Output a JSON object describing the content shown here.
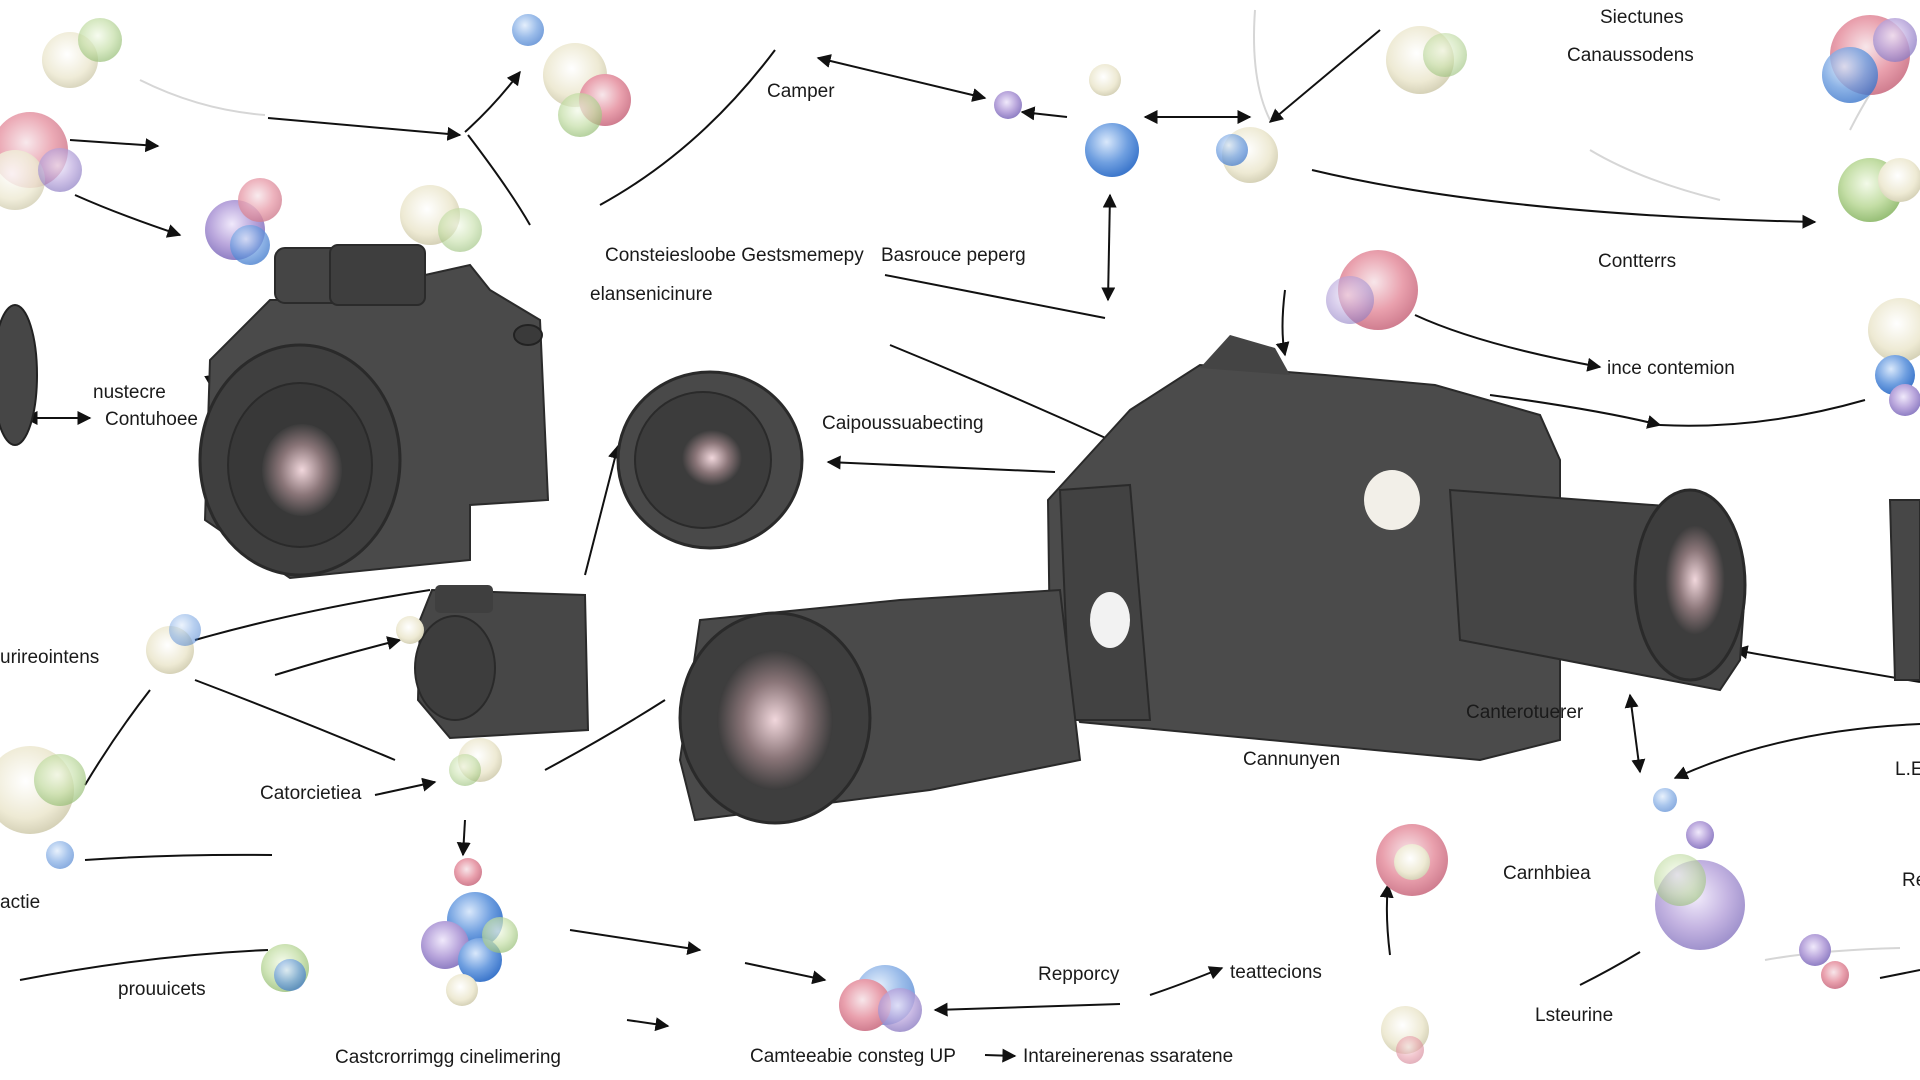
{
  "labels": {
    "structures": "Siectunes",
    "canaussodens": "Canaussodens",
    "camper": "Camper",
    "consteiesloobe": "Consteiesloobe Gestsmemepy",
    "basrouce": "Basrouce peperg",
    "elansenicinure": "elansenicinure",
    "contterrs": "Contterrs",
    "ince_contemion": "ince contemion",
    "nustecre": "nustecre",
    "contuhoee": "Contuhoee",
    "caipoussuabecting": "Caipoussuabecting",
    "urireointens": "urireointens",
    "canterotuerer": "Canterotuerer",
    "cannunyen": "Cannunyen",
    "lb": "L.E",
    "catorcietiea": "Catorcietiea",
    "actie": "actie",
    "carnhbiea": "Carnhbiea",
    "r_edge": "Re",
    "prouuicets": "prouuicets",
    "repporcy": "Repporcy",
    "teattecions": "teattecions",
    "lsteurine": "Lsteurine",
    "castcrorrimgg": "Castcrorrimgg cinelimering",
    "camteeabie": "Camteeabie consteg UP",
    "intareinerenas": "Intareinerenas ssaratene"
  },
  "colors": {
    "camera_body": "#4a4a4a",
    "camera_dark": "#3a3a3a",
    "arrow": "#111111",
    "molecule_pink": "#e9a0ad",
    "molecule_blue": "#5b8fd8",
    "molecule_green": "#b8d89a",
    "molecule_purple": "#b9a6dc",
    "molecule_cream": "#efeccf"
  },
  "icons": [
    "camera-icon",
    "lens-icon",
    "molecule-icon",
    "arrow-icon"
  ]
}
